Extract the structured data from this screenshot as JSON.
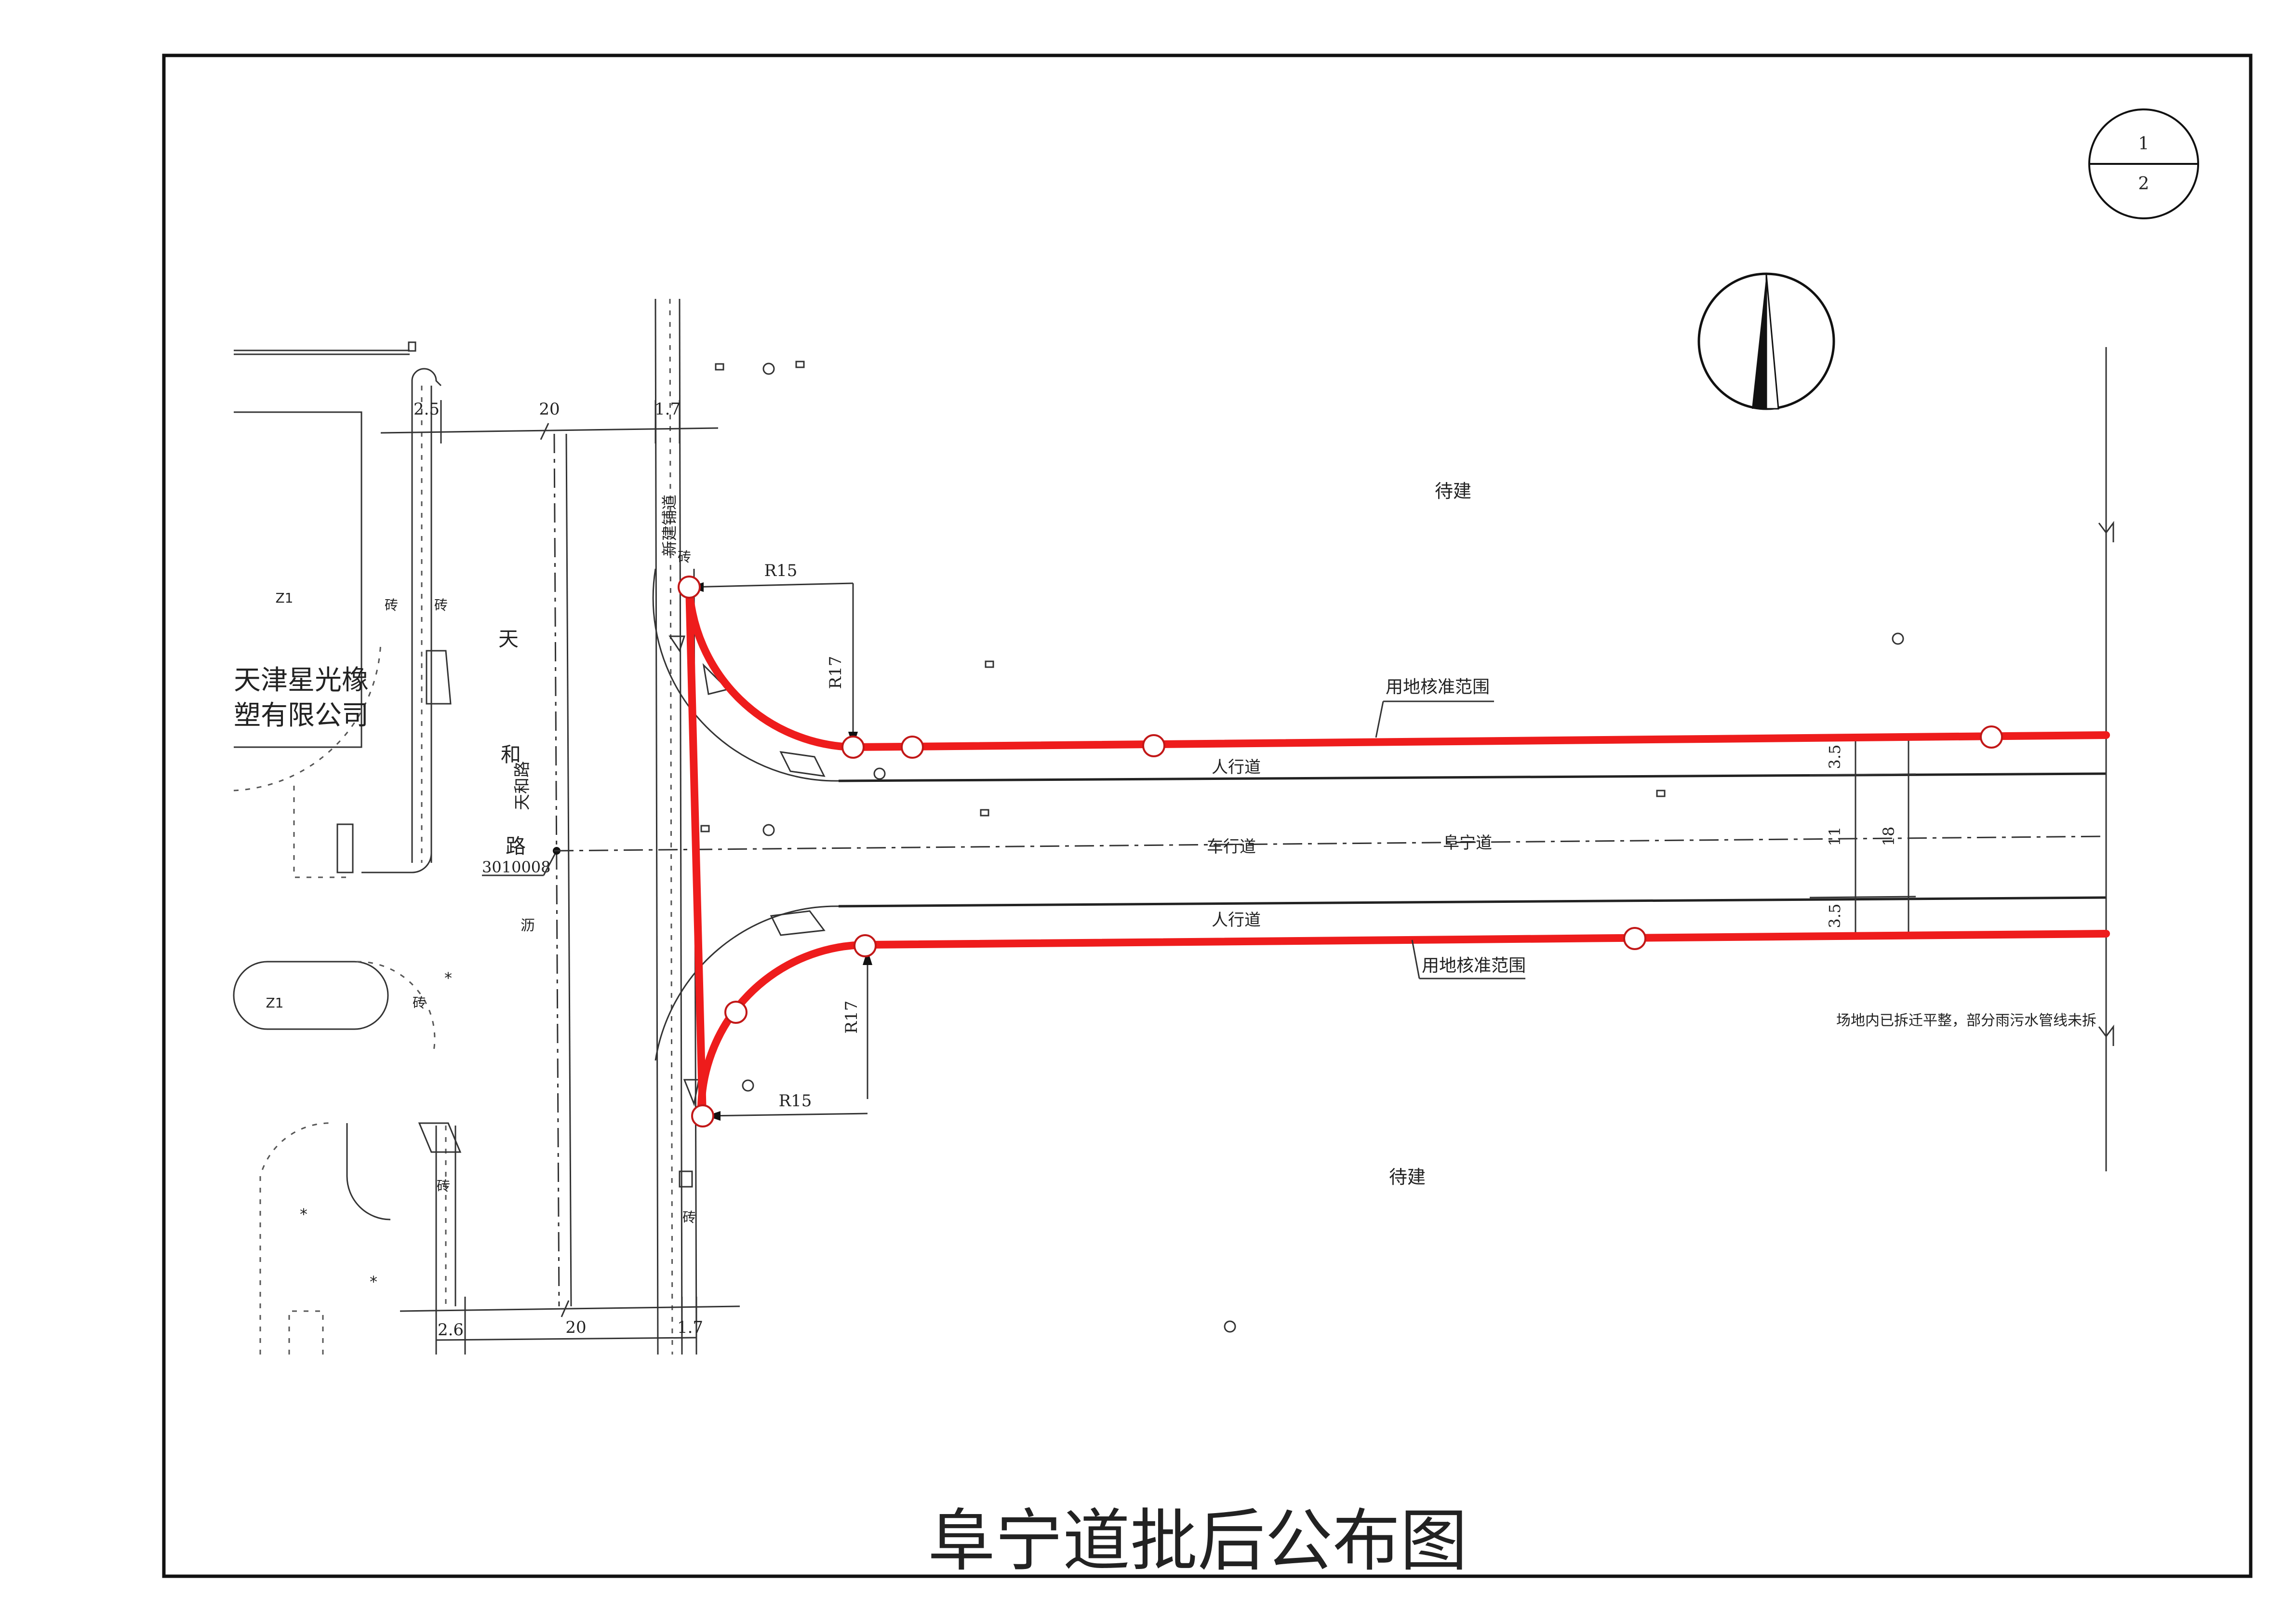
{
  "sheet": {
    "number_top": "1",
    "number_bottom": "2"
  },
  "title": "阜宁道批后公布图",
  "roads": {
    "main_road_label": "阜宁道",
    "carriageway_label": "车行道",
    "sidewalk_north_label": "人行道",
    "sidewalk_south_label": "人行道",
    "cross_road_chars": [
      "天",
      "和",
      "路"
    ],
    "cross_road_vertical_label": "天和路",
    "cross_road_code": "3010008",
    "cross_road_surface": "沥",
    "cross_road_side_label": "新建铺道"
  },
  "dimensions": {
    "top_sidewalk_width": "2.5",
    "top_road_width": "20",
    "top_edge_width": "1.7",
    "bottom_sidewalk_width": "2.6",
    "bottom_road_width": "20",
    "bottom_edge_width": "1.7",
    "radius_nw": "R15",
    "radius_ne": "R17",
    "radius_sw": "R15",
    "radius_se": "R17",
    "sidewalk_north_width": "3.5",
    "carriageway_width": "11",
    "sidewalk_south_width": "3.5",
    "total_width": "18"
  },
  "labels": {
    "to_build_north": "待建",
    "to_build_south": "待建",
    "boundary_north": "用地核准范围",
    "boundary_south": "用地核准范围",
    "site_note": "场地内已拆迁平整，部分雨污水管线未拆",
    "company_line1": "天津星光橡",
    "company_line2": "塑有限公司",
    "zone_upper": "Z1",
    "zone_lower": "Z1",
    "brick_1": "砖",
    "brick_2": "砖",
    "brick_3": "砖",
    "brick_4": "砖",
    "brick_5": "砖",
    "brick_6": "砖"
  },
  "colors": {
    "boundary": "#ee1c1c",
    "linework": "#222222",
    "background": "#ffffff"
  }
}
